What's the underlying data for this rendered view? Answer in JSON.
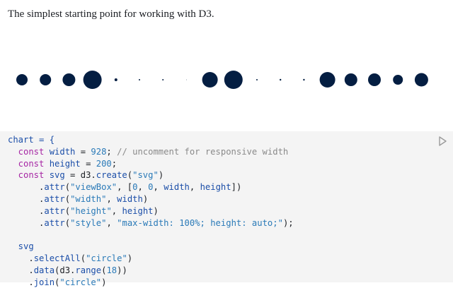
{
  "intro_text": "The simplest starting point for working with D3.",
  "chart_data": {
    "type": "scatter",
    "points": [
      {
        "index": 0,
        "r": 8
      },
      {
        "index": 1,
        "r": 8
      },
      {
        "index": 2,
        "r": 9
      },
      {
        "index": 3,
        "r": 13
      },
      {
        "index": 4,
        "r": 2
      },
      {
        "index": 5,
        "r": 1
      },
      {
        "index": 6,
        "r": 1
      },
      {
        "index": 7,
        "r": 0.4
      },
      {
        "index": 8,
        "r": 11
      },
      {
        "index": 9,
        "r": 13
      },
      {
        "index": 10,
        "r": 1
      },
      {
        "index": 11,
        "r": 1.2
      },
      {
        "index": 12,
        "r": 1.2
      },
      {
        "index": 13,
        "r": 11
      },
      {
        "index": 14,
        "r": 9
      },
      {
        "index": 15,
        "r": 9
      },
      {
        "index": 16,
        "r": 7
      },
      {
        "index": 17,
        "r": 9.5
      }
    ],
    "color": "#041e42"
  },
  "code": {
    "lines": [
      [
        {
          "t": "chart = {",
          "c": "def"
        }
      ],
      [
        {
          "t": "  const ",
          "c": "kw"
        },
        {
          "t": "width",
          "c": "def"
        },
        {
          "t": " = ",
          "c": ""
        },
        {
          "t": "928",
          "c": "num"
        },
        {
          "t": "; ",
          "c": ""
        },
        {
          "t": "// uncomment for responsive width",
          "c": "cm"
        }
      ],
      [
        {
          "t": "  const ",
          "c": "kw"
        },
        {
          "t": "height",
          "c": "def"
        },
        {
          "t": " = ",
          "c": ""
        },
        {
          "t": "200",
          "c": "num"
        },
        {
          "t": ";",
          "c": ""
        }
      ],
      [
        {
          "t": "  const ",
          "c": "kw"
        },
        {
          "t": "svg",
          "c": "def"
        },
        {
          "t": " = d3.",
          "c": ""
        },
        {
          "t": "create",
          "c": "def"
        },
        {
          "t": "(",
          "c": ""
        },
        {
          "t": "\"svg\"",
          "c": "str"
        },
        {
          "t": ")",
          "c": ""
        }
      ],
      [
        {
          "t": "      .",
          "c": ""
        },
        {
          "t": "attr",
          "c": "def"
        },
        {
          "t": "(",
          "c": ""
        },
        {
          "t": "\"viewBox\"",
          "c": "str"
        },
        {
          "t": ", [",
          "c": ""
        },
        {
          "t": "0",
          "c": "num"
        },
        {
          "t": ", ",
          "c": ""
        },
        {
          "t": "0",
          "c": "num"
        },
        {
          "t": ", ",
          "c": ""
        },
        {
          "t": "width",
          "c": "def"
        },
        {
          "t": ", ",
          "c": ""
        },
        {
          "t": "height",
          "c": "def"
        },
        {
          "t": "])",
          "c": ""
        }
      ],
      [
        {
          "t": "      .",
          "c": ""
        },
        {
          "t": "attr",
          "c": "def"
        },
        {
          "t": "(",
          "c": ""
        },
        {
          "t": "\"width\"",
          "c": "str"
        },
        {
          "t": ", ",
          "c": ""
        },
        {
          "t": "width",
          "c": "def"
        },
        {
          "t": ")",
          "c": ""
        }
      ],
      [
        {
          "t": "      .",
          "c": ""
        },
        {
          "t": "attr",
          "c": "def"
        },
        {
          "t": "(",
          "c": ""
        },
        {
          "t": "\"height\"",
          "c": "str"
        },
        {
          "t": ", ",
          "c": ""
        },
        {
          "t": "height",
          "c": "def"
        },
        {
          "t": ")",
          "c": ""
        }
      ],
      [
        {
          "t": "      .",
          "c": ""
        },
        {
          "t": "attr",
          "c": "def"
        },
        {
          "t": "(",
          "c": ""
        },
        {
          "t": "\"style\"",
          "c": "str"
        },
        {
          "t": ", ",
          "c": ""
        },
        {
          "t": "\"max-width: 100%; height: auto;\"",
          "c": "str"
        },
        {
          "t": ");",
          "c": ""
        }
      ],
      [
        {
          "t": "",
          "c": ""
        }
      ],
      [
        {
          "t": "  svg",
          "c": "def"
        }
      ],
      [
        {
          "t": "    .",
          "c": ""
        },
        {
          "t": "selectAll",
          "c": "def"
        },
        {
          "t": "(",
          "c": ""
        },
        {
          "t": "\"circle\"",
          "c": "str"
        },
        {
          "t": ")",
          "c": ""
        }
      ],
      [
        {
          "t": "    .",
          "c": ""
        },
        {
          "t": "data",
          "c": "def"
        },
        {
          "t": "(d3.",
          "c": ""
        },
        {
          "t": "range",
          "c": "def"
        },
        {
          "t": "(",
          "c": ""
        },
        {
          "t": "18",
          "c": "num"
        },
        {
          "t": "))",
          "c": ""
        }
      ],
      [
        {
          "t": "    .",
          "c": ""
        },
        {
          "t": "join",
          "c": "def"
        },
        {
          "t": "(",
          "c": ""
        },
        {
          "t": "\"circle\"",
          "c": "str"
        },
        {
          "t": ")",
          "c": ""
        }
      ]
    ]
  }
}
